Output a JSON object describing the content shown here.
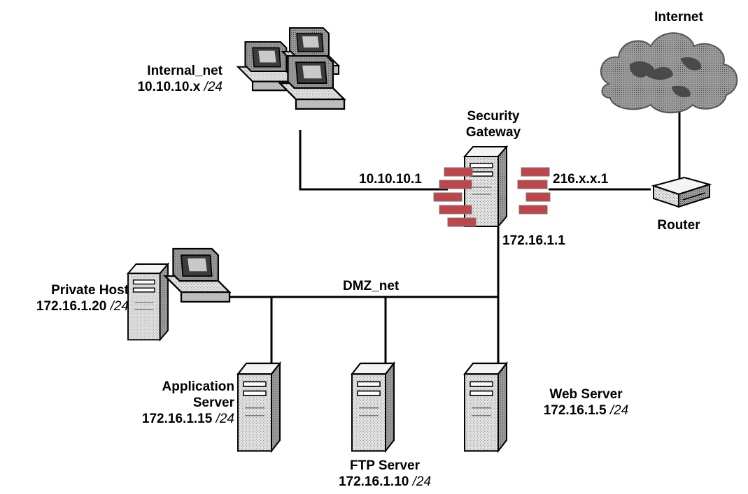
{
  "internet": {
    "label": "Internet"
  },
  "internal_net": {
    "name": "Internal_net",
    "ip": "10.10.10.x",
    "mask": "/24"
  },
  "gateway": {
    "line1": "Security",
    "line2": "Gateway",
    "ip_internal": "10.10.10.1",
    "ip_external": "216.x.x.1",
    "ip_dmz": "172.16.1.1"
  },
  "router": {
    "label": "Router"
  },
  "dmz": {
    "label": "DMZ_net"
  },
  "private_host": {
    "name": "Private Host",
    "ip": "172.16.1.20",
    "mask": "/24"
  },
  "app_server": {
    "line1": "Application",
    "line2": "Server",
    "ip": "172.16.1.15",
    "mask": "/24"
  },
  "ftp_server": {
    "name": "FTP Server",
    "ip": "172.16.1.10",
    "mask": "/24"
  },
  "web_server": {
    "name": "Web Server",
    "ip": "172.16.1.5",
    "mask": "/24"
  },
  "colors": {
    "line": "#000000",
    "brick": "#c0454a",
    "server": "#d9d9d9",
    "cloud": "#a9a9a9"
  }
}
